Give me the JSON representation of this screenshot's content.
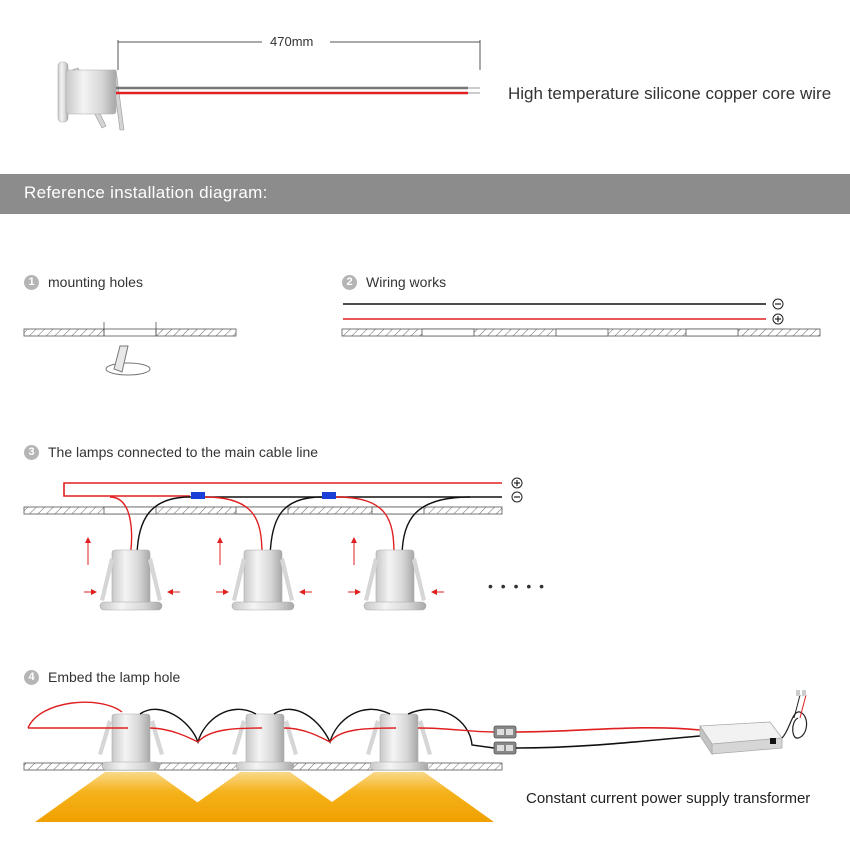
{
  "dimension": {
    "length": "470mm"
  },
  "wire_label": "High temperature silicone copper core wire",
  "banner": {
    "title": "Reference installation diagram:"
  },
  "steps": [
    {
      "number": "1",
      "label": "mounting holes"
    },
    {
      "number": "2",
      "label": "Wiring works"
    },
    {
      "number": "3",
      "label": "The lamps connected to the main cable line"
    },
    {
      "number": "4",
      "label": "Embed the lamp hole"
    }
  ],
  "polarity": {
    "positive": "+",
    "negative": "−"
  },
  "continuation": "• • • • •",
  "transformer_label": "Constant current power supply transformer",
  "colors": {
    "positive_wire": "#e02020",
    "negative_wire": "#111111",
    "connector": "#1a3fd6",
    "light_beam": "#f5b21a",
    "banner": "#8c8c8c"
  }
}
